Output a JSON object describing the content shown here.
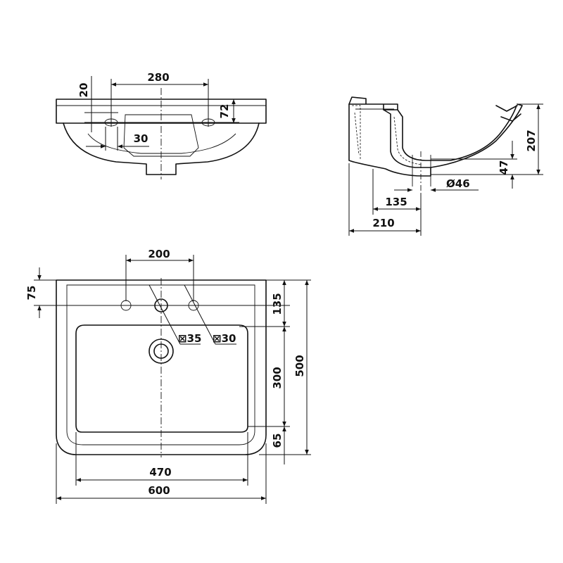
{
  "front_view": {
    "dim_width_holes": "280",
    "dim_hole_offset": "20",
    "dim_height": "72",
    "dim_hole_gap": "30"
  },
  "side_view": {
    "dim_height": "207",
    "dim_waste_height": "47",
    "dim_waste_diameter": "Ø46",
    "dim_waste_inner": "135",
    "dim_waste_outer": "210"
  },
  "top_view": {
    "dim_tap_spacing": "200",
    "dim_hole_set_back": "75",
    "dim_rim_depth": "135",
    "dim_basin_depth": "300",
    "dim_front_rim": "65",
    "dim_total_depth": "500",
    "dim_basin_width": "470",
    "dim_total_width": "600",
    "label_tap_hole": "⊠35",
    "label_side_hole": "⊠30"
  }
}
